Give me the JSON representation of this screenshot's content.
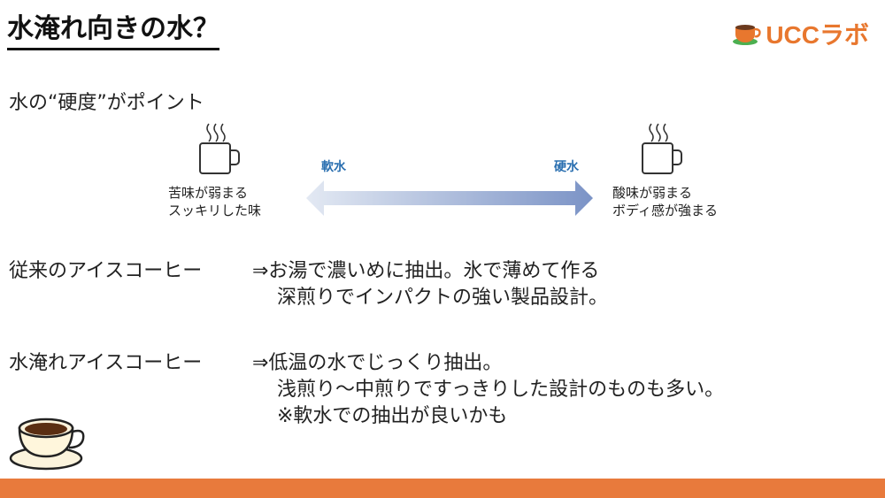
{
  "title": "水淹れ向きの水？",
  "logo": {
    "text": "UCCラボ",
    "icon": "coffee-cup-logo-icon"
  },
  "subtitle": "水の“硬度”がポイント",
  "diagram": {
    "soft_label": "軟水",
    "hard_label": "硬水",
    "left_text": [
      "苦味が弱まる",
      "スッキリした味"
    ],
    "right_text": [
      "酸味が弱まる",
      "ボディ感が強まる"
    ],
    "colors": {
      "arrow_start": "#dfe6f2",
      "arrow_end": "#7f96c7",
      "label": "#2a6fb0"
    }
  },
  "sections": [
    {
      "label": "従来のアイスコーヒー",
      "lines": [
        "⇒お湯で濃いめに抽出。氷で薄めて作る",
        "深煎りでインパクトの強い製品設計。"
      ]
    },
    {
      "label": "水淹れアイスコーヒー",
      "lines": [
        "⇒低温の水でじっくり抽出。",
        "浅煎り～中煎りですっきりした設計のものも多い。",
        "※軟水での抽出が良いかも"
      ]
    }
  ],
  "colors": {
    "accent": "#e87a3c",
    "text": "#222222"
  }
}
